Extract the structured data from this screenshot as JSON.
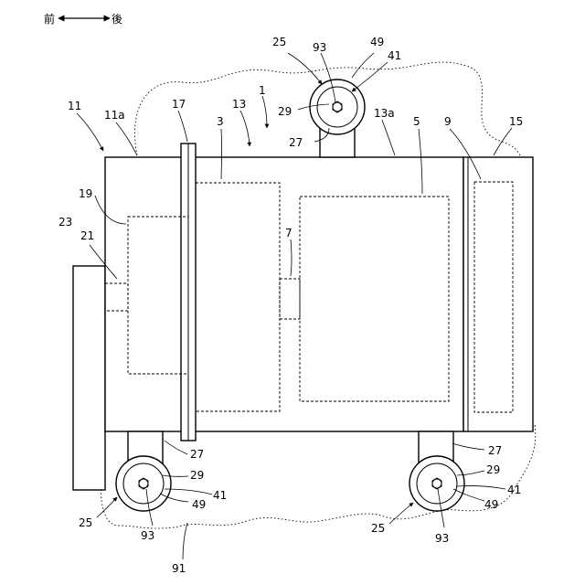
{
  "direction": {
    "front": "前",
    "back": "後"
  },
  "labels": {
    "l1": "1",
    "l3": "3",
    "l5": "5",
    "l7": "7",
    "l9": "9",
    "l11": "11",
    "l11a": "11a",
    "l13": "13",
    "l13a": "13a",
    "l15": "15",
    "l17": "17",
    "l19": "19",
    "l21": "21",
    "l23": "23",
    "l25_top": "25",
    "l25_bl": "25",
    "l25_br": "25",
    "l27_top": "27",
    "l27_bl": "27",
    "l27_br": "27",
    "l29_top": "29",
    "l29_bl": "29",
    "l29_br": "29",
    "l41_top": "41",
    "l41_bl": "41",
    "l41_br": "41",
    "l49_top": "49",
    "l49_bl": "49",
    "l49_br": "49",
    "l91": "91",
    "l93_top": "93",
    "l93_bl": "93",
    "l93_br": "93"
  }
}
